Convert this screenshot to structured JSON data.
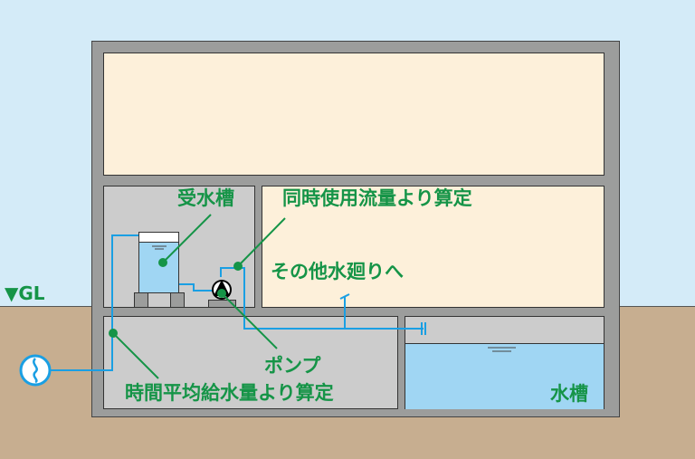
{
  "colors": {
    "sky": "#d4ebf8",
    "ground": "#c7ae90",
    "wall": "#9c9d9c",
    "room": "#fdf0da",
    "machine_room": "#cccccc",
    "water": "#a0d6f3",
    "pipe": "#1a9fe3",
    "label": "#159447"
  },
  "labels": {
    "ground_level": "▼GL",
    "receiving_tank": "受水槽",
    "simultaneous_flow": "同時使用流量より算定",
    "other_fixtures": "その他水廻りへ",
    "pump": "ポンプ",
    "avg_hourly": "時間平均給水量より算定",
    "water_tank": "水槽"
  }
}
